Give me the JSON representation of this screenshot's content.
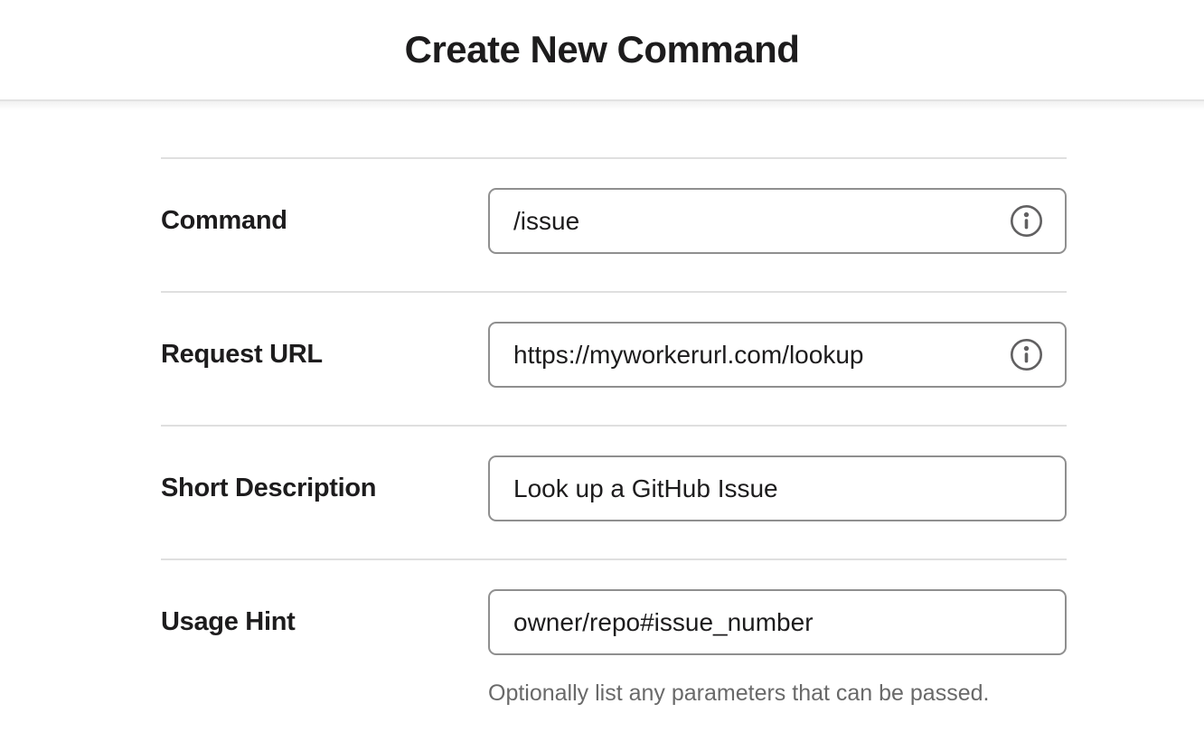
{
  "header": {
    "title": "Create New Command"
  },
  "form": {
    "fields": [
      {
        "id": "command",
        "label": "Command",
        "value": "/issue",
        "has_info_icon": true
      },
      {
        "id": "request-url",
        "label": "Request URL",
        "value": "https://myworkerurl.com/lookup",
        "has_info_icon": true
      },
      {
        "id": "short-description",
        "label": "Short Description",
        "value": "Look up a GitHub Issue",
        "has_info_icon": false
      },
      {
        "id": "usage-hint",
        "label": "Usage Hint",
        "value": "owner/repo#issue_number",
        "has_info_icon": false,
        "help_text": "Optionally list any parameters that can be passed."
      }
    ]
  },
  "icons": {
    "info": "info-circle"
  },
  "colors": {
    "text_primary": "#1d1c1d",
    "text_helper": "#696969",
    "input_border": "#8f8f8f",
    "row_divider": "#dfdfdf",
    "header_rule": "#e2e2e2",
    "icon_gray": "#616061",
    "background": "#ffffff"
  }
}
